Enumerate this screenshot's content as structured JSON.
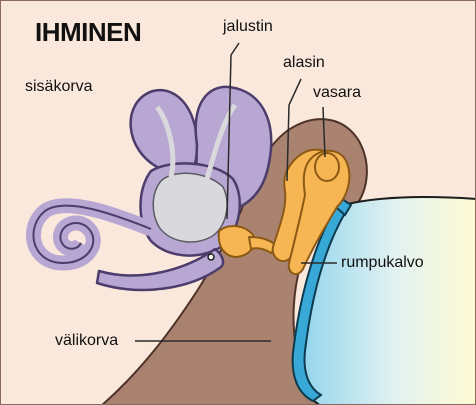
{
  "title": "IHMINEN",
  "labels": {
    "inner_ear": "sisäkorva",
    "stapes": "jalustin",
    "incus": "alasin",
    "malleus": "vasara",
    "eardrum": "rumpukalvo",
    "middle_ear": "välikorva"
  },
  "colors": {
    "background": "#fbe8dd",
    "border": "#8a6a5a",
    "inner_ear": "#b7a7d2",
    "inner_ear_outline": "#4c3d6c",
    "cochlea_core": "#d9d9dd",
    "middle_ear": "#a98270",
    "ossicles": "#f7b654",
    "eardrum": "#38a9d6",
    "ear_canal_gradient": [
      "#8fd3ee",
      "#e2f2f0",
      "#fffbd3"
    ],
    "leader_lines": "#2b2b2b"
  }
}
